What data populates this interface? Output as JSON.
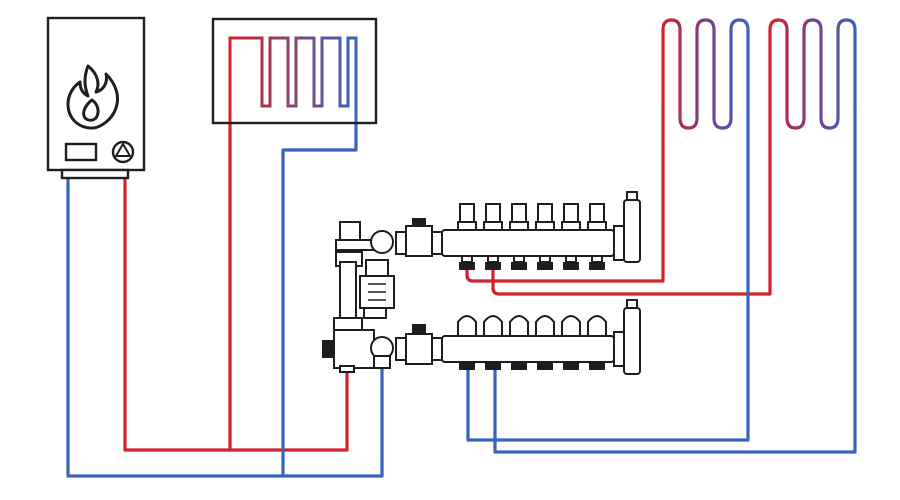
{
  "colors": {
    "supply": "#d4202a",
    "return": "#3a63b8",
    "outline": "#1e1e1e",
    "background": "#ffffff",
    "valve_handle": "#1e1e1e"
  },
  "components": {
    "boiler": {
      "icons": [
        "flame-icon",
        "pump-icon",
        "display-icon"
      ]
    },
    "radiator": {
      "loops": 5
    },
    "underfloor_coils": {
      "count": 2,
      "turns_per_coil": 3
    },
    "supply_manifold": {
      "outlets": 6
    },
    "return_manifold": {
      "outlets": 6
    },
    "mixing_unit": {
      "icons": [
        "pump-motor-icon",
        "mixing-valve-icon",
        "thermostatic-head-icon"
      ]
    }
  }
}
